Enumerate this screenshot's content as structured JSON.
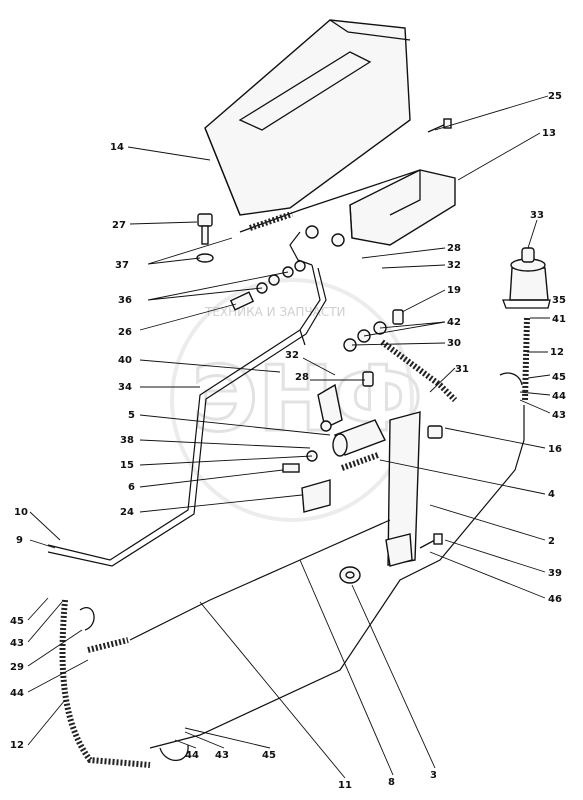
{
  "watermark": {
    "logo_text": "ЭНФ",
    "tagline": "ТЕХНИКА И ЗАПЧАСТИ"
  },
  "labels": [
    {
      "id": "l25",
      "text": "25"
    },
    {
      "id": "l14",
      "text": "14"
    },
    {
      "id": "l13",
      "text": "13"
    },
    {
      "id": "l27",
      "text": "27"
    },
    {
      "id": "l37",
      "text": "37"
    },
    {
      "id": "l33",
      "text": "33"
    },
    {
      "id": "l28a",
      "text": "28"
    },
    {
      "id": "l32a",
      "text": "32"
    },
    {
      "id": "l36",
      "text": "36"
    },
    {
      "id": "l19",
      "text": "19"
    },
    {
      "id": "l35",
      "text": "35"
    },
    {
      "id": "l26",
      "text": "26"
    },
    {
      "id": "l42",
      "text": "42"
    },
    {
      "id": "l41",
      "text": "41"
    },
    {
      "id": "l30",
      "text": "30"
    },
    {
      "id": "l12a",
      "text": "12"
    },
    {
      "id": "l40",
      "text": "40"
    },
    {
      "id": "l32b",
      "text": "32"
    },
    {
      "id": "l28b",
      "text": "28"
    },
    {
      "id": "l31",
      "text": "31"
    },
    {
      "id": "l34",
      "text": "34"
    },
    {
      "id": "l45a",
      "text": "45"
    },
    {
      "id": "l44a",
      "text": "44"
    },
    {
      "id": "l43a",
      "text": "43"
    },
    {
      "id": "l5",
      "text": "5"
    },
    {
      "id": "l16",
      "text": "16"
    },
    {
      "id": "l38",
      "text": "38"
    },
    {
      "id": "l15",
      "text": "15"
    },
    {
      "id": "l6",
      "text": "6"
    },
    {
      "id": "l4",
      "text": "4"
    },
    {
      "id": "l24",
      "text": "24"
    },
    {
      "id": "l10",
      "text": "10"
    },
    {
      "id": "l2",
      "text": "2"
    },
    {
      "id": "l9",
      "text": "9"
    },
    {
      "id": "l39",
      "text": "39"
    },
    {
      "id": "l46",
      "text": "46"
    },
    {
      "id": "l45b",
      "text": "45"
    },
    {
      "id": "l43b",
      "text": "43"
    },
    {
      "id": "l29",
      "text": "29"
    },
    {
      "id": "l44b",
      "text": "44"
    },
    {
      "id": "l12b",
      "text": "12"
    },
    {
      "id": "l44c",
      "text": "44"
    },
    {
      "id": "l43c",
      "text": "43"
    },
    {
      "id": "l45c",
      "text": "45"
    },
    {
      "id": "l11",
      "text": "11"
    },
    {
      "id": "l8",
      "text": "8"
    },
    {
      "id": "l3",
      "text": "3"
    }
  ]
}
